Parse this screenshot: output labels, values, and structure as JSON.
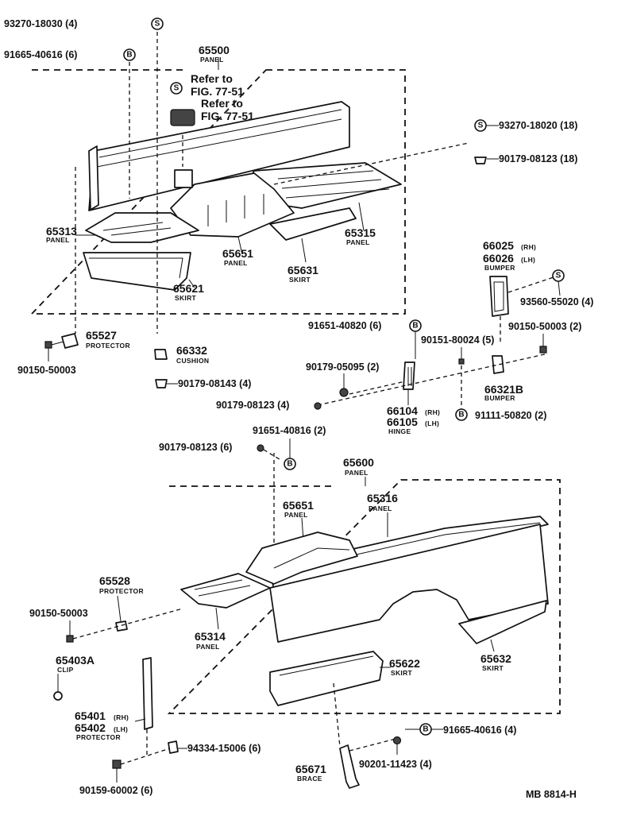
{
  "diagram": {
    "sheet_id": "MB 8814-H",
    "rear_assembly": {
      "panel_assy": {
        "number": "65500",
        "name": "PANEL"
      },
      "refer1": "Refer to\nFIG. 77-51",
      "refer2": "Refer to\nFIG. 77-51",
      "p65313": {
        "number": "65313",
        "name": "PANEL"
      },
      "p65315": {
        "number": "65315",
        "name": "PANEL"
      },
      "p65651": {
        "number": "65651",
        "name": "PANEL"
      },
      "p65631": {
        "number": "65631",
        "name": "SKIRT"
      },
      "p65621": {
        "number": "65621",
        "name": "SKIRT"
      }
    },
    "hardware_top": {
      "h1": {
        "text": "93270-18030 (4)",
        "symbol": "S"
      },
      "h2": {
        "text": "91665-40616 (6)",
        "symbol": "B"
      },
      "h3": {
        "text": "93270-18020 (18)",
        "symbol": "S"
      },
      "h4": {
        "text": "90179-08123 (18)"
      }
    },
    "bumper_group": {
      "p66025": {
        "number": "66025",
        "suffix": "(RH)"
      },
      "p66026": {
        "number": "66026",
        "suffix": "(LH)",
        "name": "BUMPER"
      },
      "h93560": {
        "text": "93560-55020 (4)",
        "symbol": "S"
      },
      "h90150a": {
        "text": "90150-50003 (2)"
      },
      "h90151": {
        "text": "90151-80024 (5)"
      },
      "h91651a": {
        "text": "91651-40820 (6)",
        "symbol": "B"
      },
      "h90179a": {
        "text": "90179-05095 (2)"
      },
      "p66321B": {
        "number": "66321B",
        "name": "BUMPER"
      },
      "h90179b": {
        "text": "90179-08123 (4)"
      },
      "p66104": {
        "number": "66104",
        "suffix": "(RH)"
      },
      "p66105": {
        "number": "66105",
        "suffix": "(LH)",
        "name": "HINGE"
      },
      "h91111": {
        "text": "91111-50820 (2)",
        "symbol": "B"
      }
    },
    "left_group": {
      "p65527": {
        "number": "65527",
        "name": "PROTECTOR"
      },
      "h90150b": {
        "text": "90150-50003"
      },
      "p66332": {
        "number": "66332",
        "name": "CUSHION"
      },
      "h90179c": {
        "text": "90179-08143 (4)"
      }
    },
    "side_assembly": {
      "h91651b": {
        "text": "91651-40816 (2)",
        "symbol": "B"
      },
      "h90179d": {
        "text": "90179-08123 (6)"
      },
      "panel_assy": {
        "number": "65600",
        "name": "PANEL"
      },
      "p65651b": {
        "number": "65651",
        "name": "PANEL"
      },
      "p65316": {
        "number": "65316",
        "name": "PANEL"
      },
      "p65528": {
        "number": "65528",
        "name": "PROTECTOR"
      },
      "h90150c": {
        "text": "90150-50003"
      },
      "p65314": {
        "number": "65314",
        "name": "PANEL"
      },
      "p65622": {
        "number": "65622",
        "name": "SKIRT"
      },
      "p65632": {
        "number": "65632",
        "name": "SKIRT"
      },
      "p65403A": {
        "number": "65403A",
        "name": "CLIP"
      },
      "p65401": {
        "number": "65401",
        "suffix": "(RH)"
      },
      "p65402": {
        "number": "65402",
        "suffix": "(LH)",
        "name": "PROTECTOR"
      },
      "h94334": {
        "text": "94334-15006 (6)"
      },
      "h91665b": {
        "text": "91665-40616 (4)",
        "symbol": "B"
      },
      "h90201": {
        "text": "90201-11423 (4)"
      },
      "p65671": {
        "number": "65671",
        "name": "BRACE"
      },
      "h90159": {
        "text": "90159-60002 (6)"
      }
    }
  }
}
